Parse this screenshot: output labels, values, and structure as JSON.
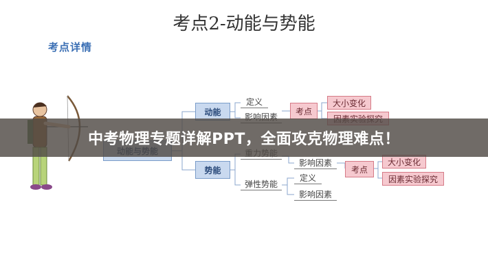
{
  "slide": {
    "title": "考点2-动能与势能",
    "section_label": "考点详情"
  },
  "mindmap": {
    "root": "动能与势能",
    "kinetic": {
      "label": "动能",
      "definition": "定义",
      "factors": "影响因素",
      "exam_point": "考点",
      "exam_items": [
        "大小变化",
        "因素实验探究"
      ]
    },
    "potential": {
      "label": "势能",
      "gravity": "重力势能",
      "gravity_factors": "影响因素",
      "exam_point": "考点",
      "exam_items": [
        "大小变化",
        "因素实验探究"
      ],
      "elastic": "弹性势能",
      "elastic_definition": "定义",
      "elastic_factors": "影响因素"
    }
  },
  "banner": {
    "text": "中考物理专题详解PPT，全面攻克物理难点！"
  }
}
